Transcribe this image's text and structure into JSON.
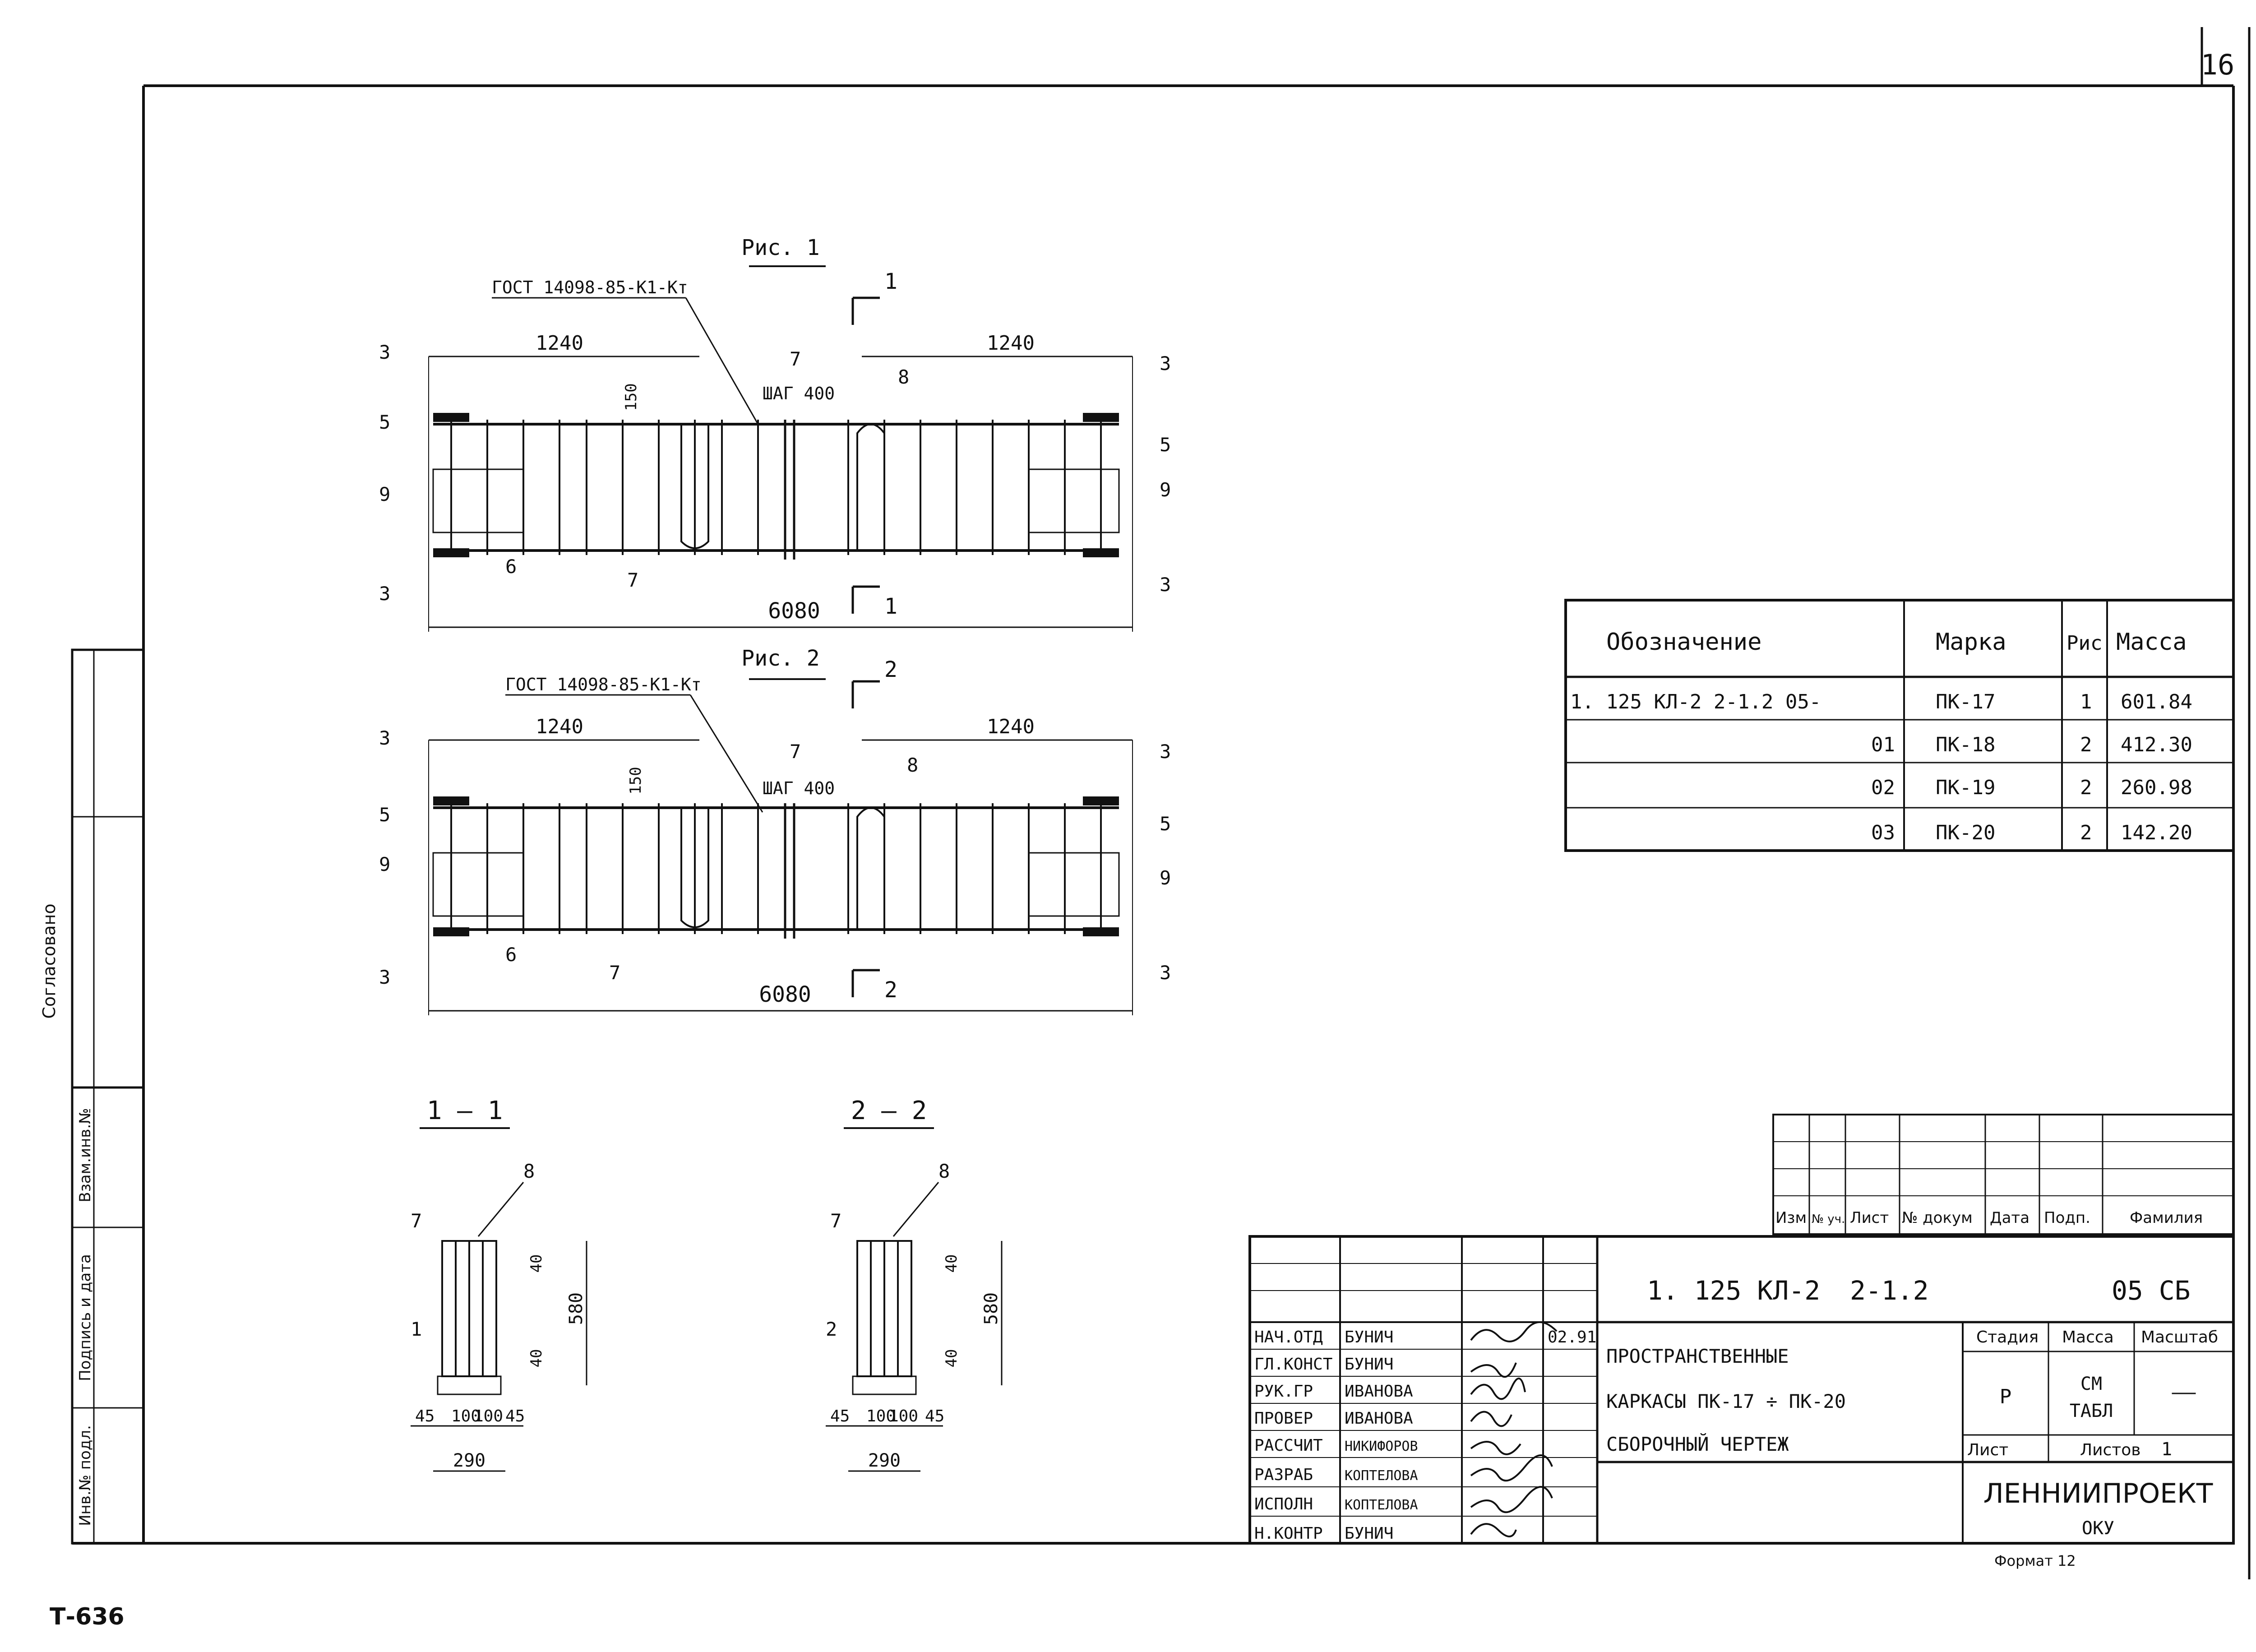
{
  "sheet": {
    "sheet_number": "16",
    "bottom_code": "Т-636",
    "format_label": "Формат 12"
  },
  "side_stamp": {
    "agreed": "Согласовано",
    "interchange_no": "Взам.инв.№",
    "signature_date": "Подпись и дата",
    "inventory_no": "Инв.№ подл."
  },
  "figure1": {
    "title": "Рис. 1",
    "gost": "ГОСТ 14098-85-К1-Кт",
    "dim_left": "1240",
    "dim_right": "1240",
    "dim_total": "6080",
    "dim_150": "150",
    "step": "ШАГ 400",
    "section_mark": "1",
    "callouts": [
      "3",
      "5",
      "9",
      "3",
      "6",
      "7",
      "7",
      "8",
      "3",
      "5",
      "9",
      "3"
    ]
  },
  "figure2": {
    "title": "Рис. 2",
    "gost": "ГОСТ 14098-85-К1-Кт",
    "dim_left": "1240",
    "dim_right": "1240",
    "dim_total": "6080",
    "dim_150": "150",
    "step": "ШАГ 400",
    "section_mark": "2",
    "callouts": [
      "3",
      "5",
      "9",
      "3",
      "6",
      "7",
      "7",
      "8",
      "3",
      "5",
      "9",
      "3"
    ]
  },
  "sections": [
    {
      "title": "1 — 1",
      "top_label": "8",
      "side_labels": [
        "7",
        "1"
      ],
      "dim_height": "580",
      "dim_top": "40",
      "dim_bottom": "40",
      "dims_bottom": [
        "45",
        "100",
        "100",
        "45"
      ],
      "dim_width": "290"
    },
    {
      "title": "2 — 2",
      "top_label": "8",
      "side_labels": [
        "7",
        "2"
      ],
      "dim_height": "580",
      "dim_top": "40",
      "dim_bottom": "40",
      "dims_bottom": [
        "45",
        "100",
        "100",
        "45"
      ],
      "dim_width": "290"
    }
  ],
  "spec_table": {
    "headers": [
      "Обозначение",
      "Марка",
      "Рис",
      "Масса"
    ],
    "rows": [
      [
        "1. 125 КЛ-2  2-1.2  05-",
        "ПК-17",
        "1",
        "601.84"
      ],
      [
        "01",
        "ПК-18",
        "2",
        "412.30"
      ],
      [
        "02",
        "ПК-19",
        "2",
        "260.98"
      ],
      [
        "03",
        "ПК-20",
        "2",
        "142.20"
      ]
    ]
  },
  "title_block": {
    "rev_headers": [
      "Изм",
      "№ уч.",
      "Лист",
      "№ докум",
      "Дата",
      "Подп.",
      "Фамилия"
    ],
    "doc_code": "1. 125 КЛ-2",
    "doc_code_2": "2-1.2",
    "doc_code_3": "05 СБ",
    "title_lines": [
      "ПРОСТРАНСТВЕННЫЕ",
      "КАРКАСЫ ПК-17 ÷ ПК-20",
      "СБОРОЧНЫЙ ЧЕРТЕЖ"
    ],
    "stage_header": "Стадия",
    "mass_header": "Масса",
    "scale_header": "Масштаб",
    "stage_value": "Р",
    "mass_value_1": "СМ",
    "mass_value_2": "ТАБЛ",
    "scale_value": "——",
    "sheet_label": "Лист",
    "sheets_label": "Листов",
    "sheets_value": "1",
    "org": "ЛЕННИИПРОЕКТ",
    "org_sub": "ОКУ",
    "date_value": "02.91",
    "staff": [
      {
        "role": "НАЧ.ОТД",
        "name": "БУНИЧ"
      },
      {
        "role": "ГЛ.КОНСТ",
        "name": "БУНИЧ"
      },
      {
        "role": "РУК.ГР",
        "name": "ИВАНОВА"
      },
      {
        "role": "ПРОВЕР",
        "name": "ИВАНОВА"
      },
      {
        "role": "РАССЧИТ",
        "name": "НИКИФОРОВ"
      },
      {
        "role": "РАЗРАБ",
        "name": "КОПТЕЛОВА"
      },
      {
        "role": "ИСПОЛН",
        "name": "КОПТЕЛОВА"
      },
      {
        "role": "Н.КОНТР",
        "name": "БУНИЧ"
      }
    ]
  }
}
